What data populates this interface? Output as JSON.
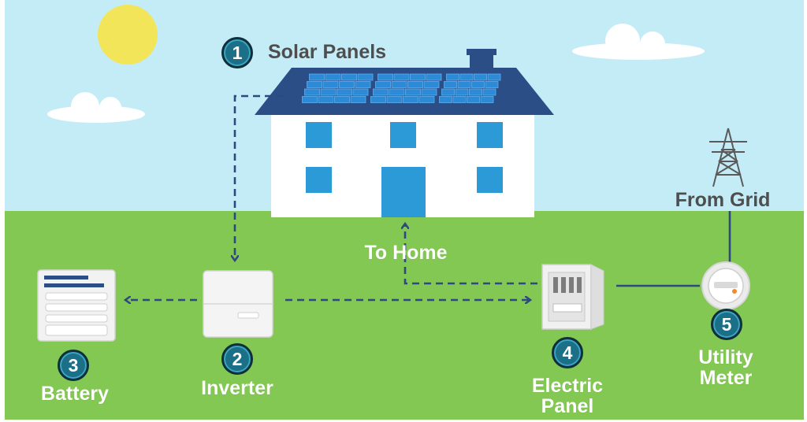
{
  "colors": {
    "sky": "#c4ecf7",
    "grass": "#82c852",
    "sun": "#f3e55a",
    "roof": "#2c4e86",
    "panel": "#2c8ad6",
    "house": "#ffffff",
    "window": "#2c9ad6",
    "flow_line": "#2f4880",
    "badge": "#1b6f86"
  },
  "steps": [
    {
      "number": "1",
      "label": "Solar Panels",
      "icon": "solar-panel-icon"
    },
    {
      "number": "2",
      "label": "Inverter",
      "icon": "inverter-icon"
    },
    {
      "number": "3",
      "label": "Battery",
      "icon": "battery-icon"
    },
    {
      "number": "4",
      "label": "Electric\nPanel",
      "icon": "electric-panel-icon"
    },
    {
      "number": "5",
      "label": "Utility\nMeter",
      "icon": "utility-meter-icon"
    }
  ],
  "annotations": {
    "to_home": "To Home",
    "from_grid": "From Grid"
  },
  "icons": [
    "sun-icon",
    "cloud-icon",
    "house-icon",
    "transmission-tower-icon",
    "chimney-icon"
  ]
}
